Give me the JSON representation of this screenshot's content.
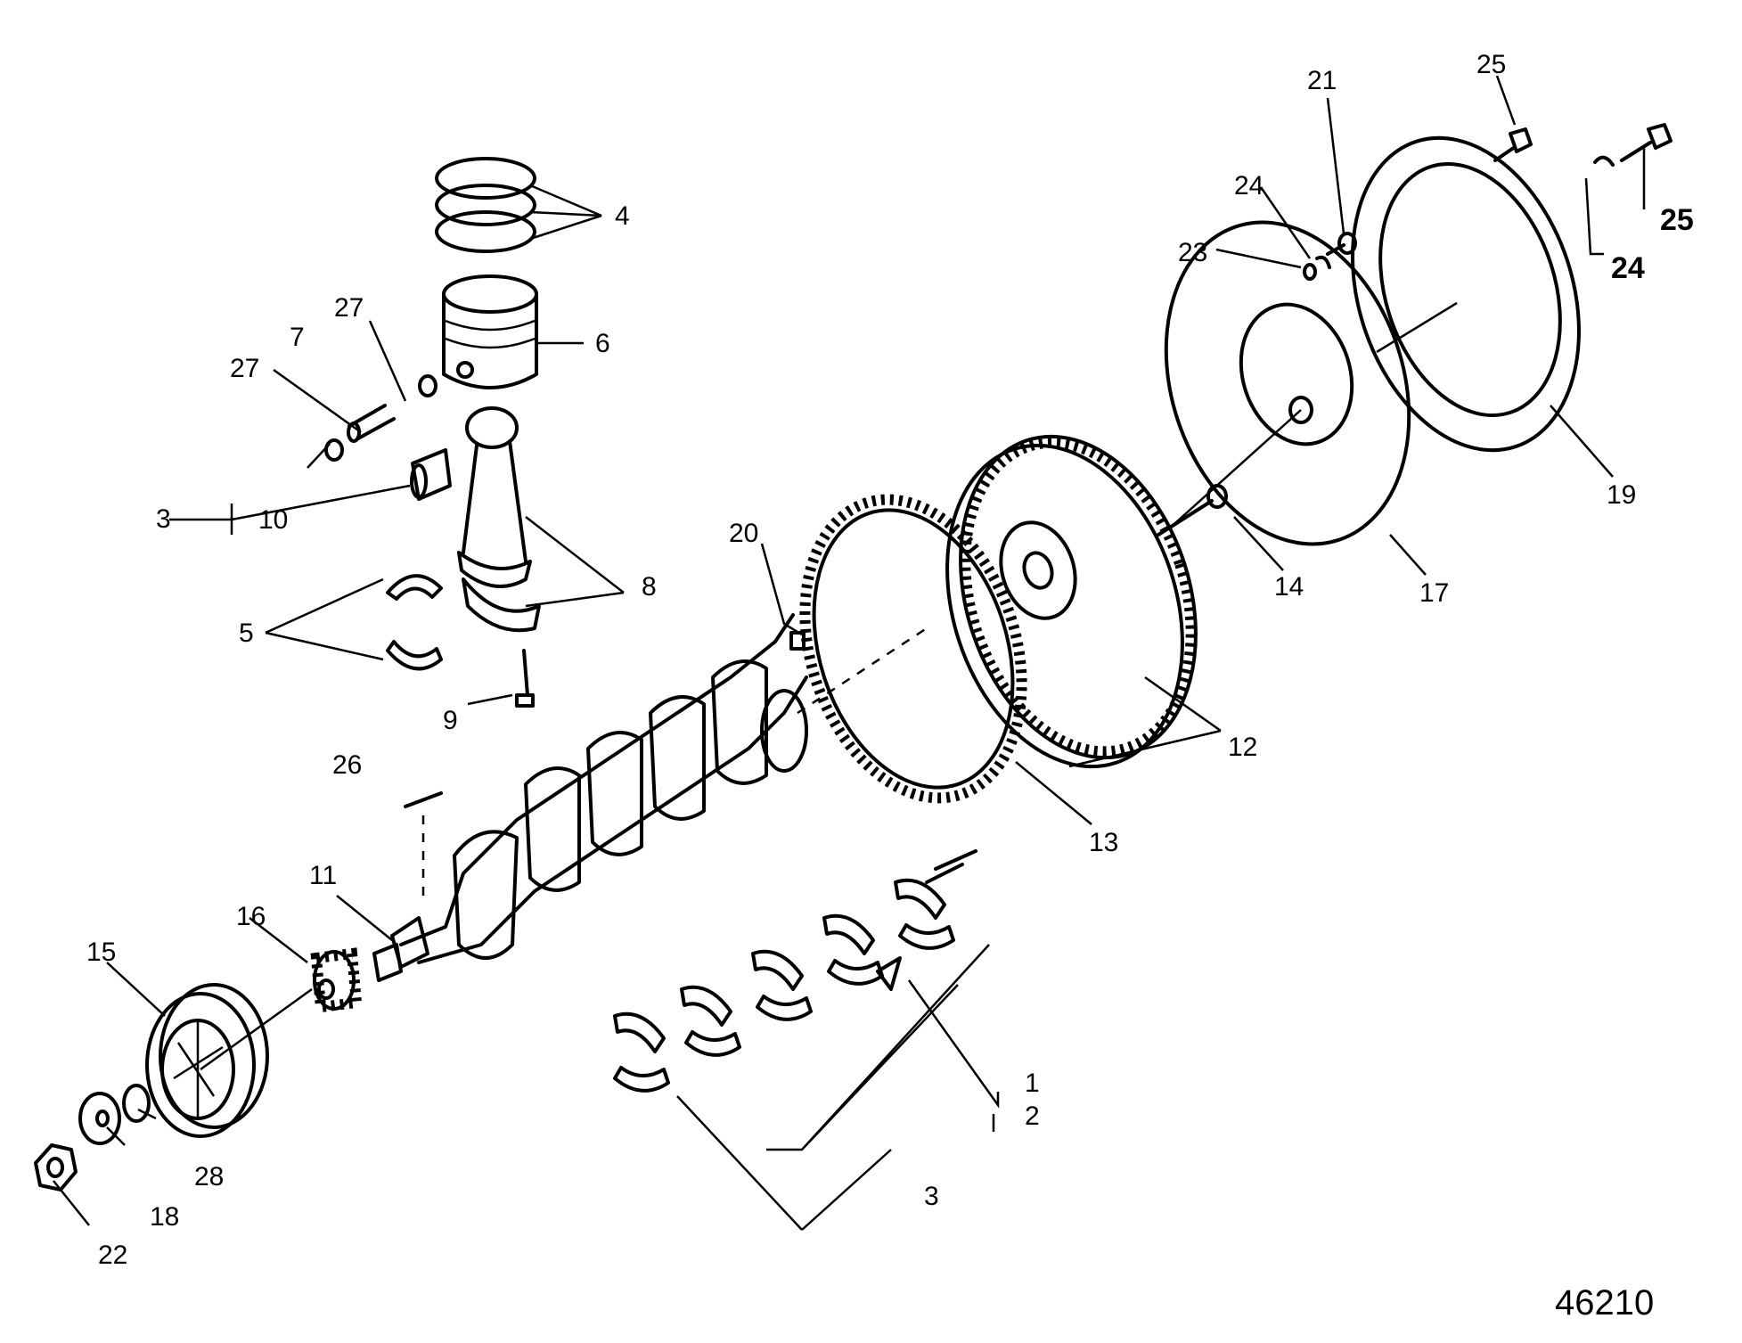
{
  "labels": {
    "p1": "1",
    "p2": "2",
    "p3a": "3",
    "p3b": "3",
    "p4": "4",
    "p5": "5",
    "p6": "6",
    "p7": "7",
    "p8": "8",
    "p9": "9",
    "p10": "10",
    "p11": "11",
    "p12": "12",
    "p13": "13",
    "p14": "14",
    "p15": "15",
    "p16": "16",
    "p17": "17",
    "p18": "18",
    "p19": "19",
    "p20": "20",
    "p21": "21",
    "p22": "22",
    "p23": "23",
    "p24a": "24",
    "p24b": "24",
    "p25a": "25",
    "p25b": "25",
    "p26": "26",
    "p27a": "27",
    "p27b": "27",
    "p28": "28"
  },
  "drawing_id": "46210"
}
